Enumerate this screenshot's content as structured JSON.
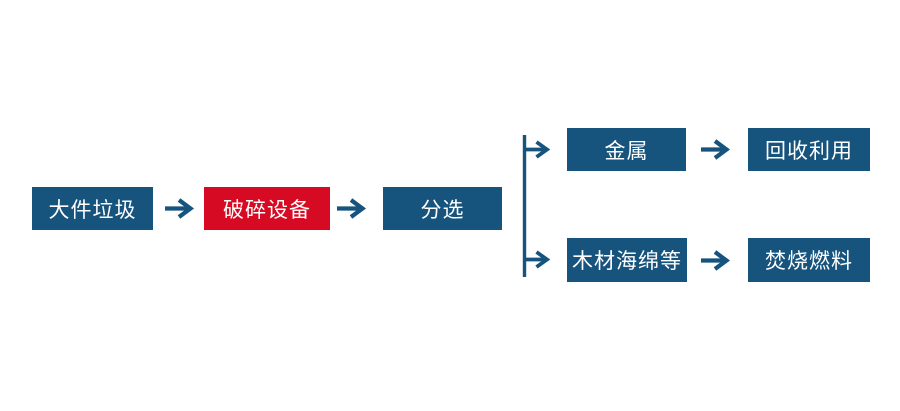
{
  "diagram": {
    "background_color": "#FFFFFF",
    "colors": {
      "node_blue": "#16537D",
      "node_red": "#D60B23",
      "arrow_blue": "#16537D",
      "label_text": "#FFFFFF"
    },
    "nodes": [
      {
        "id": "bulky-waste",
        "label": "大件垃圾",
        "color": "#16537D"
      },
      {
        "id": "crushing-equipment",
        "label": "破碎设备",
        "color": "#D60B23"
      },
      {
        "id": "sorting",
        "label": "分选",
        "color": "#16537D"
      },
      {
        "id": "metal",
        "label": "金属",
        "color": "#16537D"
      },
      {
        "id": "recycling",
        "label": "回收利用",
        "color": "#16537D"
      },
      {
        "id": "wood-sponge-etc",
        "label": "木材海绵等",
        "color": "#16537D"
      },
      {
        "id": "incineration-fuel",
        "label": "焚烧燃料",
        "color": "#16537D"
      }
    ],
    "edges": [
      {
        "from": "bulky-waste",
        "to": "crushing-equipment"
      },
      {
        "from": "crushing-equipment",
        "to": "sorting"
      },
      {
        "from": "sorting",
        "to": "metal"
      },
      {
        "from": "sorting",
        "to": "wood-sponge-etc"
      },
      {
        "from": "metal",
        "to": "recycling"
      },
      {
        "from": "wood-sponge-etc",
        "to": "incineration-fuel"
      }
    ]
  }
}
